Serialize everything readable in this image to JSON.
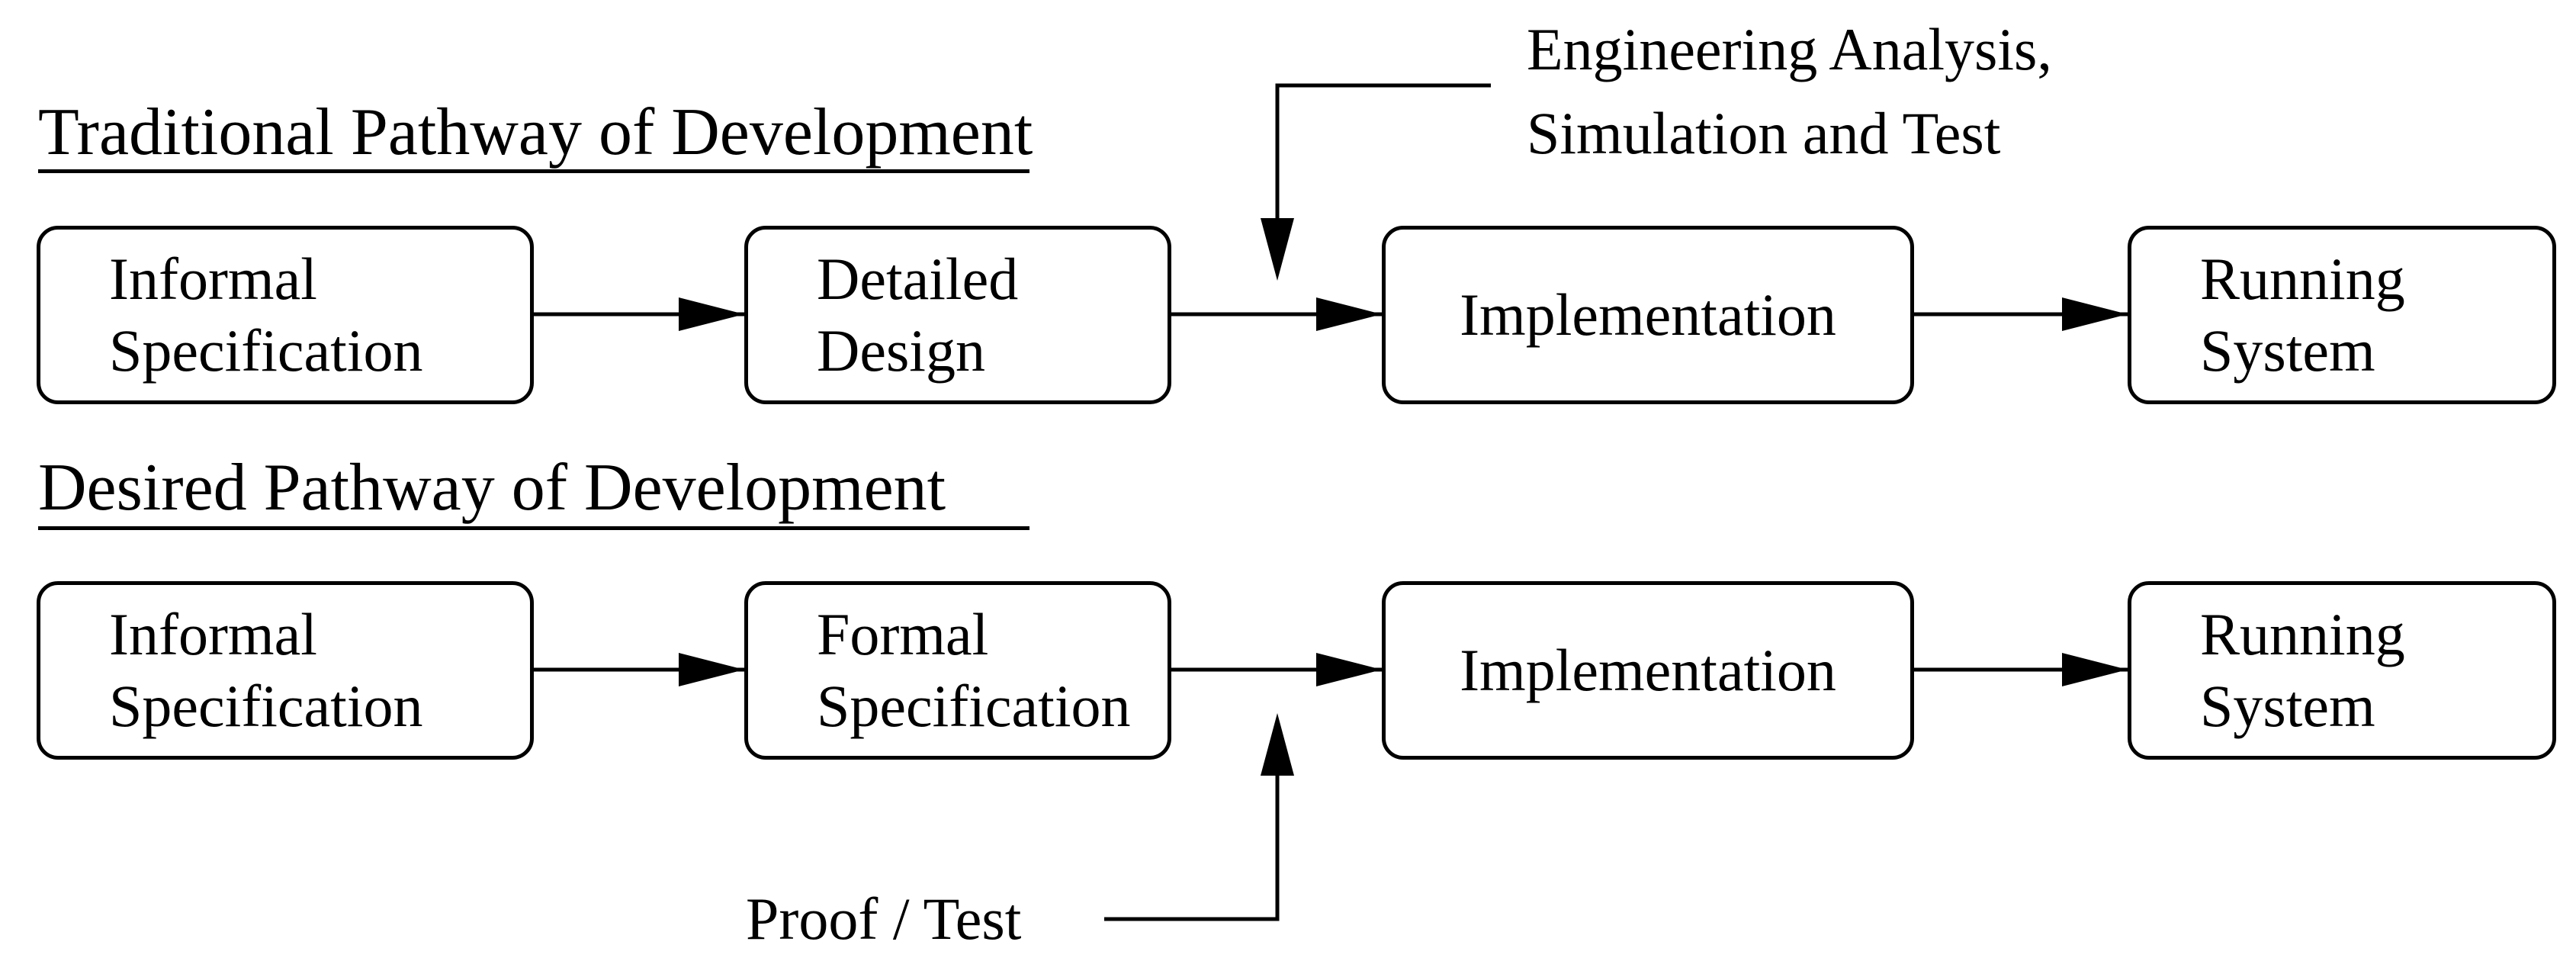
{
  "traditional": {
    "heading": "Traditional Pathway of Development",
    "boxes": [
      {
        "line1": "Informal",
        "line2": "Specification"
      },
      {
        "line1": "Detailed",
        "line2": "Design"
      },
      {
        "line1": "Implementation"
      },
      {
        "line1": "Running",
        "line2": "System"
      }
    ],
    "annotation": {
      "line1": "Engineering Analysis,",
      "line2": "Simulation and Test"
    }
  },
  "desired": {
    "heading": "Desired Pathway of Development",
    "boxes": [
      {
        "line1": "Informal",
        "line2": "Specification"
      },
      {
        "line1": "Formal",
        "line2": "Specification"
      },
      {
        "line1": "Implementation"
      },
      {
        "line1": "Running",
        "line2": "System"
      }
    ],
    "annotation": {
      "line1": "Proof / Test"
    }
  }
}
